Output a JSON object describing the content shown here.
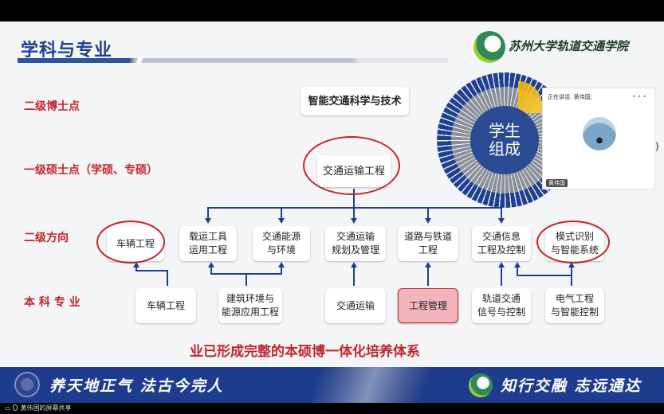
{
  "slide": {
    "title": "学科与专业",
    "school_name": "苏州大学轨道交通学院",
    "levels": {
      "doctor": "二级博士点",
      "master": "一级硕士点（学硕、专硕）",
      "direction": "二级方向",
      "undergrad": "本 科 专 业"
    },
    "doctor_node": "智能交通科学与技术",
    "master_node": "交通运输工程",
    "directions": [
      "车辆工程",
      "载运工具\n运用工程",
      "交通能源\n与环境",
      "交通运输\n规划及管理",
      "道路与铁道\n工程",
      "交通信息\n工程及控制",
      "模式识别\n与智能系统"
    ],
    "majors": [
      "车辆工程",
      "建筑环境与\n能源应用工程",
      "交通运输",
      "工程管理",
      "轨道交通\n信号与控制",
      "电气工程\n与智能控制"
    ],
    "summary": "业已形成完整的本硕博一体化培养体系",
    "donut_label": "学生\n组成",
    "footer_left": "养天地正气 法古今完人",
    "footer_right": "知行交融 志远通达"
  },
  "meeting": {
    "speaking": "正在讲话: 黄伟国;",
    "participant": "黄伟国",
    "share_label": "黄伟国的屏幕共享",
    "side_text": ")"
  },
  "colors": {
    "accent_red": "#c0262d",
    "navy": "#1f3f8f",
    "yellow": "#ffe38a",
    "lavender": "#8e9bbf",
    "pink": "#f4a9b3"
  }
}
